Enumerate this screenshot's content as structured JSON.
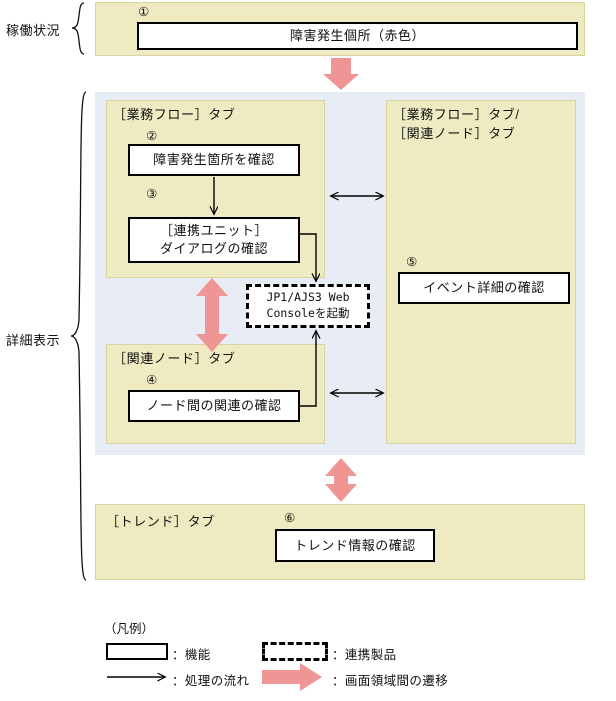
{
  "diagram": {
    "regions": [
      {
        "id": "operating-status",
        "brace_label": "稼働状況",
        "items": [
          {
            "number": "①",
            "label": "障害発生個所（赤色）"
          }
        ]
      },
      {
        "id": "detail-display",
        "brace_label": "詳細表示",
        "panels": [
          {
            "id": "business-flow-tab",
            "tab_label": "［業務フロー］タブ",
            "items": [
              {
                "number": "②",
                "label": "障害発生箇所を確認"
              },
              {
                "number": "③",
                "label": "［連携ユニット］\nダイアログの確認"
              }
            ]
          },
          {
            "id": "related-node-tab",
            "tab_label": "［関連ノード］タブ",
            "items": [
              {
                "number": "④",
                "label": "ノード間の関連の確認"
              }
            ]
          },
          {
            "id": "business-flow-related-node-tab",
            "tab_label": "［業務フロー］タブ/\n［関連ノード］タブ",
            "items": [
              {
                "number": "⑤",
                "label": "イベント詳細の確認"
              }
            ]
          },
          {
            "id": "trend-tab",
            "tab_label": "［トレンド］タブ",
            "items": [
              {
                "number": "⑥",
                "label": "トレンド情報の確認"
              }
            ]
          }
        ]
      }
    ],
    "linked_product": {
      "label": "JP1/AJS3 Web\nConsoleを起動"
    }
  },
  "legend": {
    "title": "（凡例）",
    "entries": [
      {
        "icon": "solid-box",
        "text": "：機能"
      },
      {
        "icon": "dashed-box",
        "text": "：連携製品"
      },
      {
        "icon": "thin-arrow",
        "text": "：処理の流れ"
      },
      {
        "icon": "thick-arrow",
        "text": "：画面領域間の遷移"
      }
    ]
  },
  "colors": {
    "panel_yellow": "#eeeac2",
    "panel_blue": "#e8ecf4",
    "transition_arrow": "#f09595",
    "box_border": "#000000"
  }
}
